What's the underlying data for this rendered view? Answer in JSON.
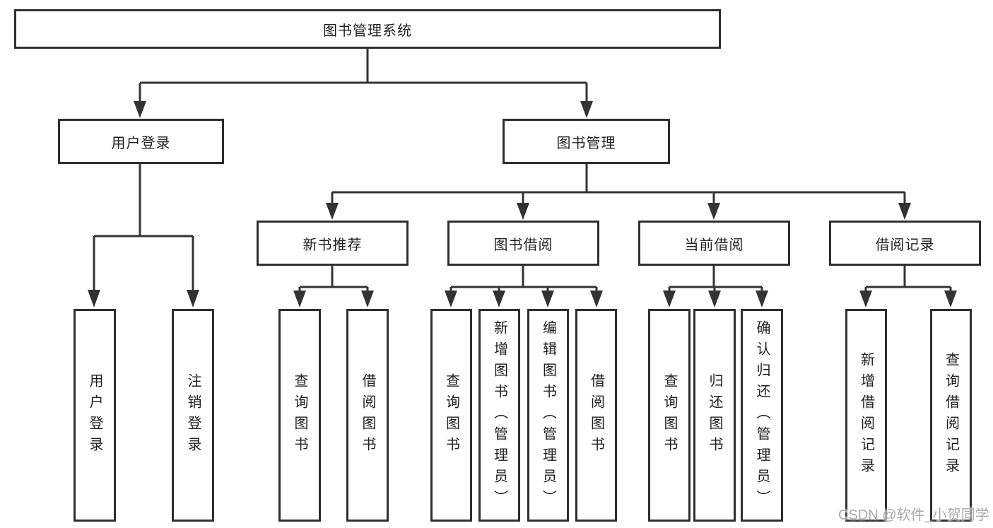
{
  "diagram": {
    "title": "图书管理系统",
    "colors": {
      "line": "#333333",
      "box_border": "#2f2f2f",
      "text": "#1f1f1f",
      "watermark": "#a8a8a8",
      "background": "#ffffff"
    },
    "watermark": "CSDN @软件_小贺同学",
    "nodes": {
      "root": {
        "label": "图书管理系统"
      },
      "level2": [
        {
          "label": "用户登录"
        },
        {
          "label": "图书管理"
        }
      ],
      "level3": [
        {
          "label": "新书推荐"
        },
        {
          "label": "图书借阅"
        },
        {
          "label": "当前借阅"
        },
        {
          "label": "借阅记录"
        }
      ],
      "leaves": {
        "user": [
          {
            "label": "用户登录"
          },
          {
            "label": "注销登录"
          }
        ],
        "recommend": [
          {
            "label": "查询图书"
          },
          {
            "label": "借阅图书"
          }
        ],
        "borrow": [
          {
            "label": "查询图书"
          },
          {
            "label": "新增图书（管理员）"
          },
          {
            "label": "编辑图书（管理员）"
          },
          {
            "label": "借阅图书"
          }
        ],
        "current": [
          {
            "label": "查询图书"
          },
          {
            "label": "归还图书"
          },
          {
            "label": "确认归还（管理员）"
          }
        ],
        "records": [
          {
            "label": "新增借阅记录"
          },
          {
            "label": "查询借阅记录"
          }
        ]
      }
    }
  }
}
